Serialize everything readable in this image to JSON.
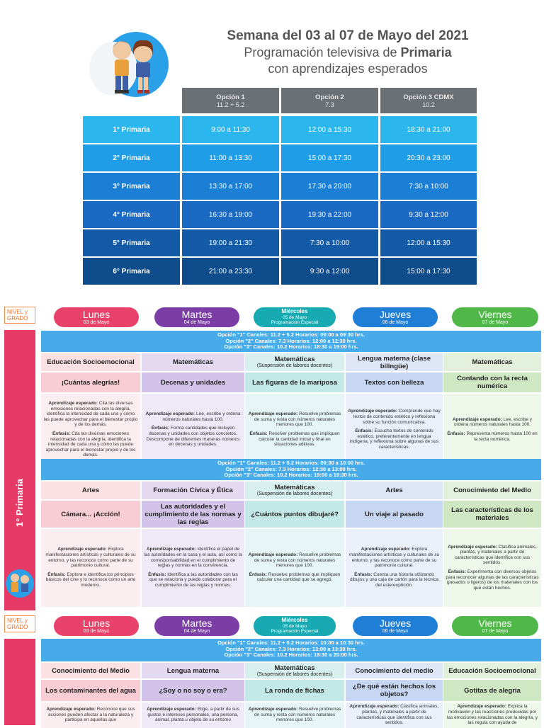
{
  "header": {
    "title": "Semana del 03 al 07 de Mayo del 2021",
    "subtitle_pre": "Programación televisiva de ",
    "subtitle_bold": "Primaria",
    "subtitle_line2": "con aprendizajes esperados"
  },
  "schedule": {
    "options": [
      {
        "name": "Opción 1",
        "channels": "11.2  +  5.2"
      },
      {
        "name": "Opción 2",
        "channels": "7.3"
      },
      {
        "name": "Opción 3 CDMX",
        "channels": "10.2"
      }
    ],
    "rows": [
      {
        "grade": "1° Primaria",
        "times": [
          "9:00 a 11:30",
          "12:00 a 15:30",
          "18:30 a 21:00"
        ],
        "color": "#2bb6ee"
      },
      {
        "grade": "2° Primaria",
        "times": [
          "11:00 a 13:30",
          "15:00 a 17:30",
          "20:30 a 23:00"
        ],
        "color": "#1f9de6"
      },
      {
        "grade": "3° Primaria",
        "times": [
          "13:30 a 17:00",
          "17:30 a 20:00",
          "7:30 a 10:00"
        ],
        "color": "#1c7fd6"
      },
      {
        "grade": "4° Primaria",
        "times": [
          "16:30 a 19:00",
          "19:30 a 22:00",
          "9:30 a 12:00"
        ],
        "color": "#1a69c2"
      },
      {
        "grade": "5° Primaria",
        "times": [
          "19:00 a 21:30",
          "7:30 a 10:00",
          "12:00 a 15:30"
        ],
        "color": "#135ba6"
      },
      {
        "grade": "6° Primaria",
        "times": [
          "21:00 a 23:30",
          "9:30 a 12:00",
          "15:00 a 17:30"
        ],
        "color": "#0f4c8c"
      }
    ]
  },
  "nivel_label": "NIVEL y GRADO",
  "days": [
    {
      "day": "Lunes",
      "date": "03 de Mayo",
      "color": "#e8416a"
    },
    {
      "day": "Martes",
      "date": "04 de Mayo",
      "color": "#7b3ea6"
    },
    {
      "day": "Miércoles",
      "date": "05 de Mayo",
      "extra": "Programación Especial",
      "color": "#18aab2"
    },
    {
      "day": "Jueves",
      "date": "06 de Mayo",
      "color": "#1f7ed6"
    },
    {
      "day": "Viernes",
      "date": "07 de Mayo",
      "color": "#4fb848"
    }
  ],
  "grade1": {
    "label": "1° Primaria",
    "block1": {
      "band": [
        "Opción \"1\"  Canales: 11.2 + 5.2 Horarios: 09:00 a 09:30 hrs.",
        "Opción \"2\"  Canales: 7.3 Horarios: 12:00 a 12:30 hrs.",
        "Opción \"3\"  Canales: 10.2 Horarios: 18:30 a 19:00 hrs."
      ],
      "subjects": [
        {
          "s": "Educación Socioemocional",
          "sub": ""
        },
        {
          "s": "Matemáticas",
          "sub": ""
        },
        {
          "s": "Matemáticas",
          "sub": "(Suspensión de labores docentes)"
        },
        {
          "s": "Lengua materna (clase bilingüe)",
          "sub": ""
        },
        {
          "s": "Matemáticas",
          "sub": ""
        }
      ],
      "titles": [
        "¡Cuántas alegrías!",
        "Decenas y unidades",
        "Las figuras de la mariposa",
        "Textos con belleza",
        "Contando con la recta numérica"
      ],
      "desc": [
        {
          "a": "Cita las diversas emociones relacionadas con la alegría, identifica la intensidad de cada una y cómo las puede aprovechar para el bienestar propio y de los demás.",
          "e": "Cita las diversas emociones relacionadas con la alegría, identifica la intensidad de cada una y cómo las puede aprovechar para el bienestar propio y de los demás."
        },
        {
          "a": "Lee, escribe y ordena números naturales hasta 100.",
          "e": "Forma cantidades que incluyen decenas y unidades con objetos concretos. Descompone de diferentes maneras números en decenas y unidades."
        },
        {
          "a": "Resuelve problemas de suma y resta con números naturales menores que 100.",
          "e": "Resolver problemas que impliquen calcular la cantidad inicial y final en situaciones aditivas."
        },
        {
          "a": "Comprende que hay textos de contenido estético y reflexiona sobre su función comunicativa.",
          "e": "Escucha textos de contenido estético, preferentemente en lengua indígena, y reflexiona sobre algunas de sus características."
        },
        {
          "a": "Lee, escribe y ordena números naturales hasta 100.",
          "e": "Representa números hasta 100 en la recta numérica."
        }
      ]
    },
    "block2": {
      "band": [
        "Opción \"1\"  Canales: 11.2 + 5.2 Horarios: 09:30 a 10:00 hrs.",
        "Opción \"2\"  Canales: 7.3 Horarios: 12:30 a 13:00 hrs.",
        "Opción \"3\"  Canales: 10.2 Horarios: 19:00 a 19:30 hrs."
      ],
      "subjects": [
        {
          "s": "Artes",
          "sub": ""
        },
        {
          "s": "Formación Cívica y Ética",
          "sub": ""
        },
        {
          "s": "Matemáticas",
          "sub": "(Suspensión de labores docentes)"
        },
        {
          "s": "Artes",
          "sub": ""
        },
        {
          "s": "Conocimiento del Medio",
          "sub": ""
        }
      ],
      "titles": [
        "Cámara... ¡Acción!",
        "Las autoridades y el cumplimiento de las normas y las reglas",
        "¿Cuántos puntos dibujaré?",
        "Un viaje al pasado",
        "Las características de los materiales"
      ],
      "desc": [
        {
          "a": "Explora manifestaciones artísticas y culturales de su entorno, y las reconoce como parte de su patrimonio cultural.",
          "e": "Explora e identifica los principios básicos del cine y lo reconoce como un arte moderno."
        },
        {
          "a": "Identifica el papel de las autoridades en la casa y el aula, así como la corresponsabilidad en el cumplimiento de reglas y normas en la convivencia.",
          "e": "Identifica a las autoridades con las que se relaciona y puede colaborar para el cumplimiento de las reglas y normas."
        },
        {
          "a": "Resuelve problemas de suma y resta con números naturales menores que 100.",
          "e": "Resuelve problemas que impliquen calcular una cantidad que se agregó."
        },
        {
          "a": "Explora manifestaciones artísticas y culturales de su entorno, y las reconoce como parte de su patrimonio cultural.",
          "e": "Cuenta una historia utilizando dibujos y una caja de cartón para la técnica del estereoptición."
        },
        {
          "a": "Clasifica animales, plantas, y materiales a partir de características que identifica con sus sentidos.",
          "e": "Experimenta con diversos objetos para reconocer algunas de las características (pesados o ligeros) de los materiales con los que están hechos."
        }
      ]
    }
  },
  "grade2": {
    "band": [
      "Opción \"1\"  Canales: 11.2 + 5.2 Horarios: 10:00 a 10:30 hrs.",
      "Opción \"2\"  Canales: 7.3 Horarios: 13:00 a 13:30 hrs.",
      "Opción \"3\"  Canales: 10.2 Horarios: 19:30 a 20:00 hrs."
    ],
    "subjects": [
      {
        "s": "Conocimiento del Medio",
        "sub": ""
      },
      {
        "s": "Lengua materna",
        "sub": ""
      },
      {
        "s": "Matemáticas",
        "sub": "(Suspensión de labores docentes)"
      },
      {
        "s": "Conocimiento del medio",
        "sub": ""
      },
      {
        "s": "Educación Socioemocional",
        "sub": ""
      }
    ],
    "titles": [
      "Los contaminantes del agua",
      "¿Soy o no soy o era?",
      "La ronda de fichas",
      "¿De qué están hechos los objetos?",
      "Gotitas de alegría"
    ],
    "desc": [
      {
        "a": "Reconoce que sus acciones pueden afectar a la naturaleza y participa en aquellas que",
        "e": ""
      },
      {
        "a": "Elige, a partir de sus gustos e intereses personales, una persona, animal, planta u objeto de su entorno",
        "e": ""
      },
      {
        "a": "Resuelve problemas de suma y resta con números naturales menores que 100.",
        "e": ""
      },
      {
        "a": "Clasifica animales, plantas, y materiales a partir de características que identifica con sus sentidos.",
        "e": ""
      },
      {
        "a": "Explica la motivación y las reacciones producidas por las emociones relacionadas con la alegría, y las regula con ayuda de",
        "e": ""
      }
    ]
  },
  "labels": {
    "aprendizaje": "Aprendizaje esperado:",
    "enfasis": "Énfasis:"
  }
}
